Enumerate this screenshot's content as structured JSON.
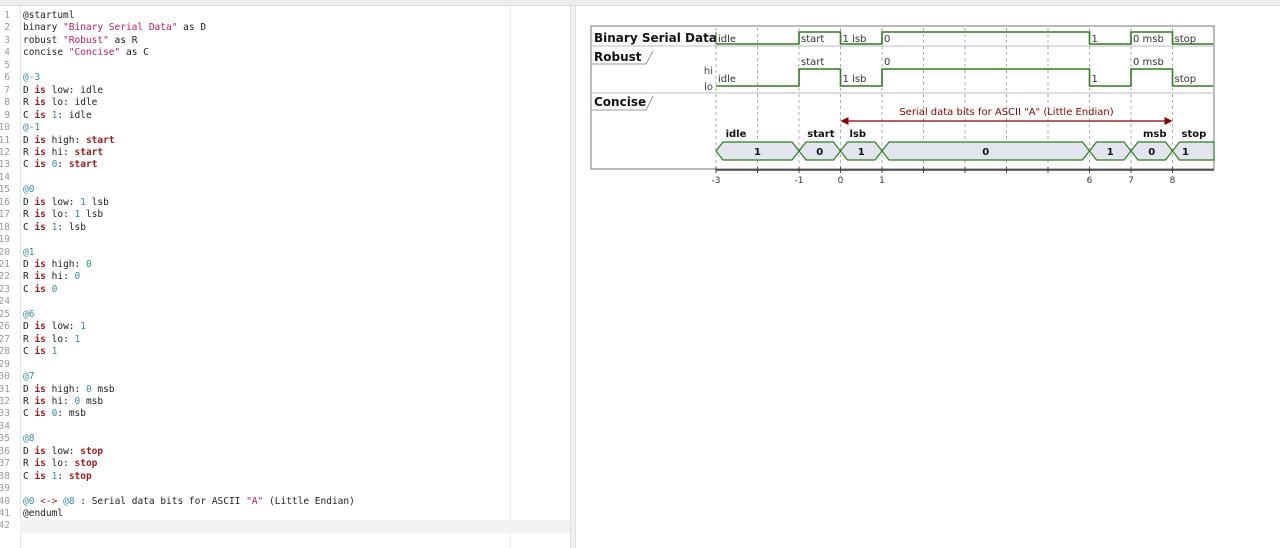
{
  "editor": {
    "current_line": 42,
    "lines": [
      {
        "n": "1",
        "tokens": [
          [
            "@startuml",
            ""
          ]
        ]
      },
      {
        "n": "2",
        "tokens": [
          [
            "binary ",
            ""
          ],
          [
            "\"Binary Serial Data\"",
            "str"
          ],
          [
            " as D",
            ""
          ]
        ]
      },
      {
        "n": "3",
        "tokens": [
          [
            "robust ",
            ""
          ],
          [
            "\"Robust\"",
            "str"
          ],
          [
            " as R",
            ""
          ]
        ]
      },
      {
        "n": "4",
        "tokens": [
          [
            "concise ",
            ""
          ],
          [
            "\"Concise\"",
            "str"
          ],
          [
            " as C",
            ""
          ]
        ]
      },
      {
        "n": "5",
        "tokens": []
      },
      {
        "n": "6",
        "tokens": [
          [
            "@-3",
            "time"
          ]
        ]
      },
      {
        "n": "7",
        "tokens": [
          [
            "D ",
            ""
          ],
          [
            "is",
            "kw"
          ],
          [
            " low: idle",
            ""
          ]
        ]
      },
      {
        "n": "8",
        "tokens": [
          [
            "R ",
            ""
          ],
          [
            "is",
            "kw"
          ],
          [
            " lo: idle",
            ""
          ]
        ]
      },
      {
        "n": "9",
        "tokens": [
          [
            "C ",
            ""
          ],
          [
            "is",
            "kw"
          ],
          [
            " ",
            ""
          ],
          [
            "1",
            "num"
          ],
          [
            ": idle",
            ""
          ]
        ]
      },
      {
        "n": "10",
        "tokens": [
          [
            "@-1",
            "time"
          ]
        ]
      },
      {
        "n": "11",
        "tokens": [
          [
            "D ",
            ""
          ],
          [
            "is",
            "kw"
          ],
          [
            " high: ",
            ""
          ],
          [
            "start",
            "kw"
          ]
        ]
      },
      {
        "n": "12",
        "tokens": [
          [
            "R ",
            ""
          ],
          [
            "is",
            "kw"
          ],
          [
            " hi: ",
            ""
          ],
          [
            "start",
            "kw"
          ]
        ]
      },
      {
        "n": "13",
        "tokens": [
          [
            "C ",
            ""
          ],
          [
            "is",
            "kw"
          ],
          [
            " ",
            ""
          ],
          [
            "0",
            "num"
          ],
          [
            ": ",
            ""
          ],
          [
            "start",
            "kw"
          ]
        ]
      },
      {
        "n": "14",
        "tokens": []
      },
      {
        "n": "15",
        "tokens": [
          [
            "@0",
            "time"
          ]
        ]
      },
      {
        "n": "16",
        "tokens": [
          [
            "D ",
            ""
          ],
          [
            "is",
            "kw"
          ],
          [
            " low: ",
            ""
          ],
          [
            "1",
            "num"
          ],
          [
            " lsb",
            ""
          ]
        ]
      },
      {
        "n": "17",
        "tokens": [
          [
            "R ",
            ""
          ],
          [
            "is",
            "kw"
          ],
          [
            " lo: ",
            ""
          ],
          [
            "1",
            "num"
          ],
          [
            " lsb",
            ""
          ]
        ]
      },
      {
        "n": "18",
        "tokens": [
          [
            "C ",
            ""
          ],
          [
            "is",
            "kw"
          ],
          [
            " ",
            ""
          ],
          [
            "1",
            "num"
          ],
          [
            ": lsb",
            ""
          ]
        ]
      },
      {
        "n": "19",
        "tokens": []
      },
      {
        "n": "20",
        "tokens": [
          [
            "@1",
            "time"
          ]
        ]
      },
      {
        "n": "21",
        "tokens": [
          [
            "D ",
            ""
          ],
          [
            "is",
            "kw"
          ],
          [
            " high: ",
            ""
          ],
          [
            "0",
            "num"
          ]
        ]
      },
      {
        "n": "22",
        "tokens": [
          [
            "R ",
            ""
          ],
          [
            "is",
            "kw"
          ],
          [
            " hi: ",
            ""
          ],
          [
            "0",
            "num"
          ]
        ]
      },
      {
        "n": "23",
        "tokens": [
          [
            "C ",
            ""
          ],
          [
            "is",
            "kw"
          ],
          [
            " ",
            ""
          ],
          [
            "0",
            "num"
          ]
        ]
      },
      {
        "n": "24",
        "tokens": []
      },
      {
        "n": "25",
        "tokens": [
          [
            "@6",
            "time"
          ]
        ]
      },
      {
        "n": "26",
        "tokens": [
          [
            "D ",
            ""
          ],
          [
            "is",
            "kw"
          ],
          [
            " low: ",
            ""
          ],
          [
            "1",
            "num"
          ]
        ]
      },
      {
        "n": "27",
        "tokens": [
          [
            "R ",
            ""
          ],
          [
            "is",
            "kw"
          ],
          [
            " lo: ",
            ""
          ],
          [
            "1",
            "num"
          ]
        ]
      },
      {
        "n": "28",
        "tokens": [
          [
            "C ",
            ""
          ],
          [
            "is",
            "kw"
          ],
          [
            " ",
            ""
          ],
          [
            "1",
            "num"
          ]
        ]
      },
      {
        "n": "29",
        "tokens": []
      },
      {
        "n": "30",
        "tokens": [
          [
            "@7",
            "time"
          ]
        ]
      },
      {
        "n": "31",
        "tokens": [
          [
            "D ",
            ""
          ],
          [
            "is",
            "kw"
          ],
          [
            " high: ",
            ""
          ],
          [
            "0",
            "num"
          ],
          [
            " msb",
            ""
          ]
        ]
      },
      {
        "n": "32",
        "tokens": [
          [
            "R ",
            ""
          ],
          [
            "is",
            "kw"
          ],
          [
            " hi: ",
            ""
          ],
          [
            "0",
            "num"
          ],
          [
            " msb",
            ""
          ]
        ]
      },
      {
        "n": "33",
        "tokens": [
          [
            "C ",
            ""
          ],
          [
            "is",
            "kw"
          ],
          [
            " ",
            ""
          ],
          [
            "0",
            "num"
          ],
          [
            ": msb",
            ""
          ]
        ]
      },
      {
        "n": "34",
        "tokens": []
      },
      {
        "n": "35",
        "tokens": [
          [
            "@8",
            "time"
          ]
        ]
      },
      {
        "n": "36",
        "tokens": [
          [
            "D ",
            ""
          ],
          [
            "is",
            "kw"
          ],
          [
            " low: ",
            ""
          ],
          [
            "stop",
            "kw"
          ]
        ]
      },
      {
        "n": "37",
        "tokens": [
          [
            "R ",
            ""
          ],
          [
            "is",
            "kw"
          ],
          [
            " lo: ",
            ""
          ],
          [
            "stop",
            "kw"
          ]
        ]
      },
      {
        "n": "38",
        "tokens": [
          [
            "C ",
            ""
          ],
          [
            "is",
            "kw"
          ],
          [
            " ",
            ""
          ],
          [
            "1",
            "num"
          ],
          [
            ": ",
            ""
          ],
          [
            "stop",
            "kw"
          ]
        ]
      },
      {
        "n": "39",
        "tokens": []
      },
      {
        "n": "40",
        "tokens": [
          [
            "@0",
            "time"
          ],
          [
            " ",
            ""
          ],
          [
            "<->",
            "op"
          ],
          [
            " ",
            ""
          ],
          [
            "@8",
            "time"
          ],
          [
            " : Serial data bits for ASCII ",
            ""
          ],
          [
            "\"A\"",
            "str"
          ],
          [
            " (Little Endian)",
            ""
          ]
        ]
      },
      {
        "n": "41",
        "tokens": [
          [
            "@enduml",
            ""
          ]
        ]
      },
      {
        "n": "42",
        "tokens": []
      }
    ]
  },
  "diagram": {
    "colors": {
      "signal": "#2e7d1e",
      "arrow": "#8b0000",
      "box_fill": "#e2e4ee",
      "axis": "#444444"
    },
    "axis_ticks": [
      -3,
      -1,
      0,
      1,
      6,
      7,
      8
    ],
    "binary": {
      "name": "Binary Serial Data",
      "levels": [
        "low",
        "high",
        "low",
        "high",
        "low",
        "high",
        "low"
      ],
      "times": [
        -3,
        -1,
        0,
        1,
        6,
        7,
        8
      ],
      "labels": [
        "idle",
        "start",
        "1 lsb",
        "0",
        "1",
        "0 msb",
        "stop"
      ]
    },
    "robust": {
      "name": "Robust",
      "state_hi": "hi",
      "state_lo": "lo",
      "levels": [
        "lo",
        "hi",
        "lo",
        "hi",
        "lo",
        "hi",
        "lo"
      ],
      "times": [
        -3,
        -1,
        0,
        1,
        6,
        7,
        8
      ],
      "labels": [
        "idle",
        "start",
        "1 lsb",
        "0",
        "1",
        "0 msb",
        "stop"
      ]
    },
    "concise": {
      "name": "Concise",
      "times": [
        -3,
        -1,
        0,
        1,
        6,
        7,
        8
      ],
      "values": [
        "1",
        "0",
        "1",
        "0",
        "1",
        "0",
        "1"
      ],
      "labels": [
        "idle",
        "start",
        "lsb",
        "",
        "",
        "msb",
        "stop"
      ]
    },
    "annotation": {
      "from": 0,
      "to": 8,
      "text": "Serial data bits for ASCII \"A\" (Little Endian)"
    }
  }
}
